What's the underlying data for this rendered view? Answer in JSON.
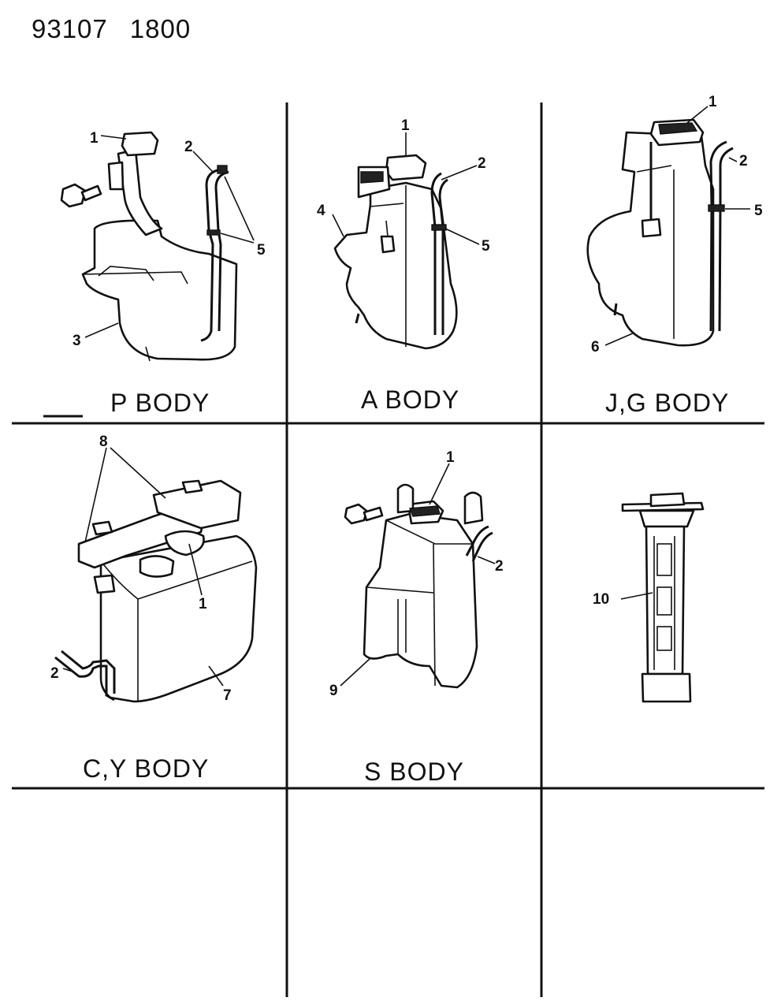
{
  "header": {
    "doc_number": "93107",
    "figure_number": "1800"
  },
  "panels": [
    {
      "title": "P BODY",
      "callouts": [
        "1",
        "2",
        "5",
        "3"
      ]
    },
    {
      "title": "A BODY",
      "callouts": [
        "1",
        "2",
        "4",
        "5"
      ]
    },
    {
      "title": "J,G BODY",
      "callouts": [
        "1",
        "2",
        "5",
        "6"
      ]
    },
    {
      "title": "C,Y BODY",
      "callouts": [
        "8",
        "1",
        "2",
        "7"
      ]
    },
    {
      "title": "S BODY",
      "callouts": [
        "1",
        "2",
        "9"
      ]
    },
    {
      "title": "",
      "callouts": [
        "10"
      ]
    }
  ]
}
